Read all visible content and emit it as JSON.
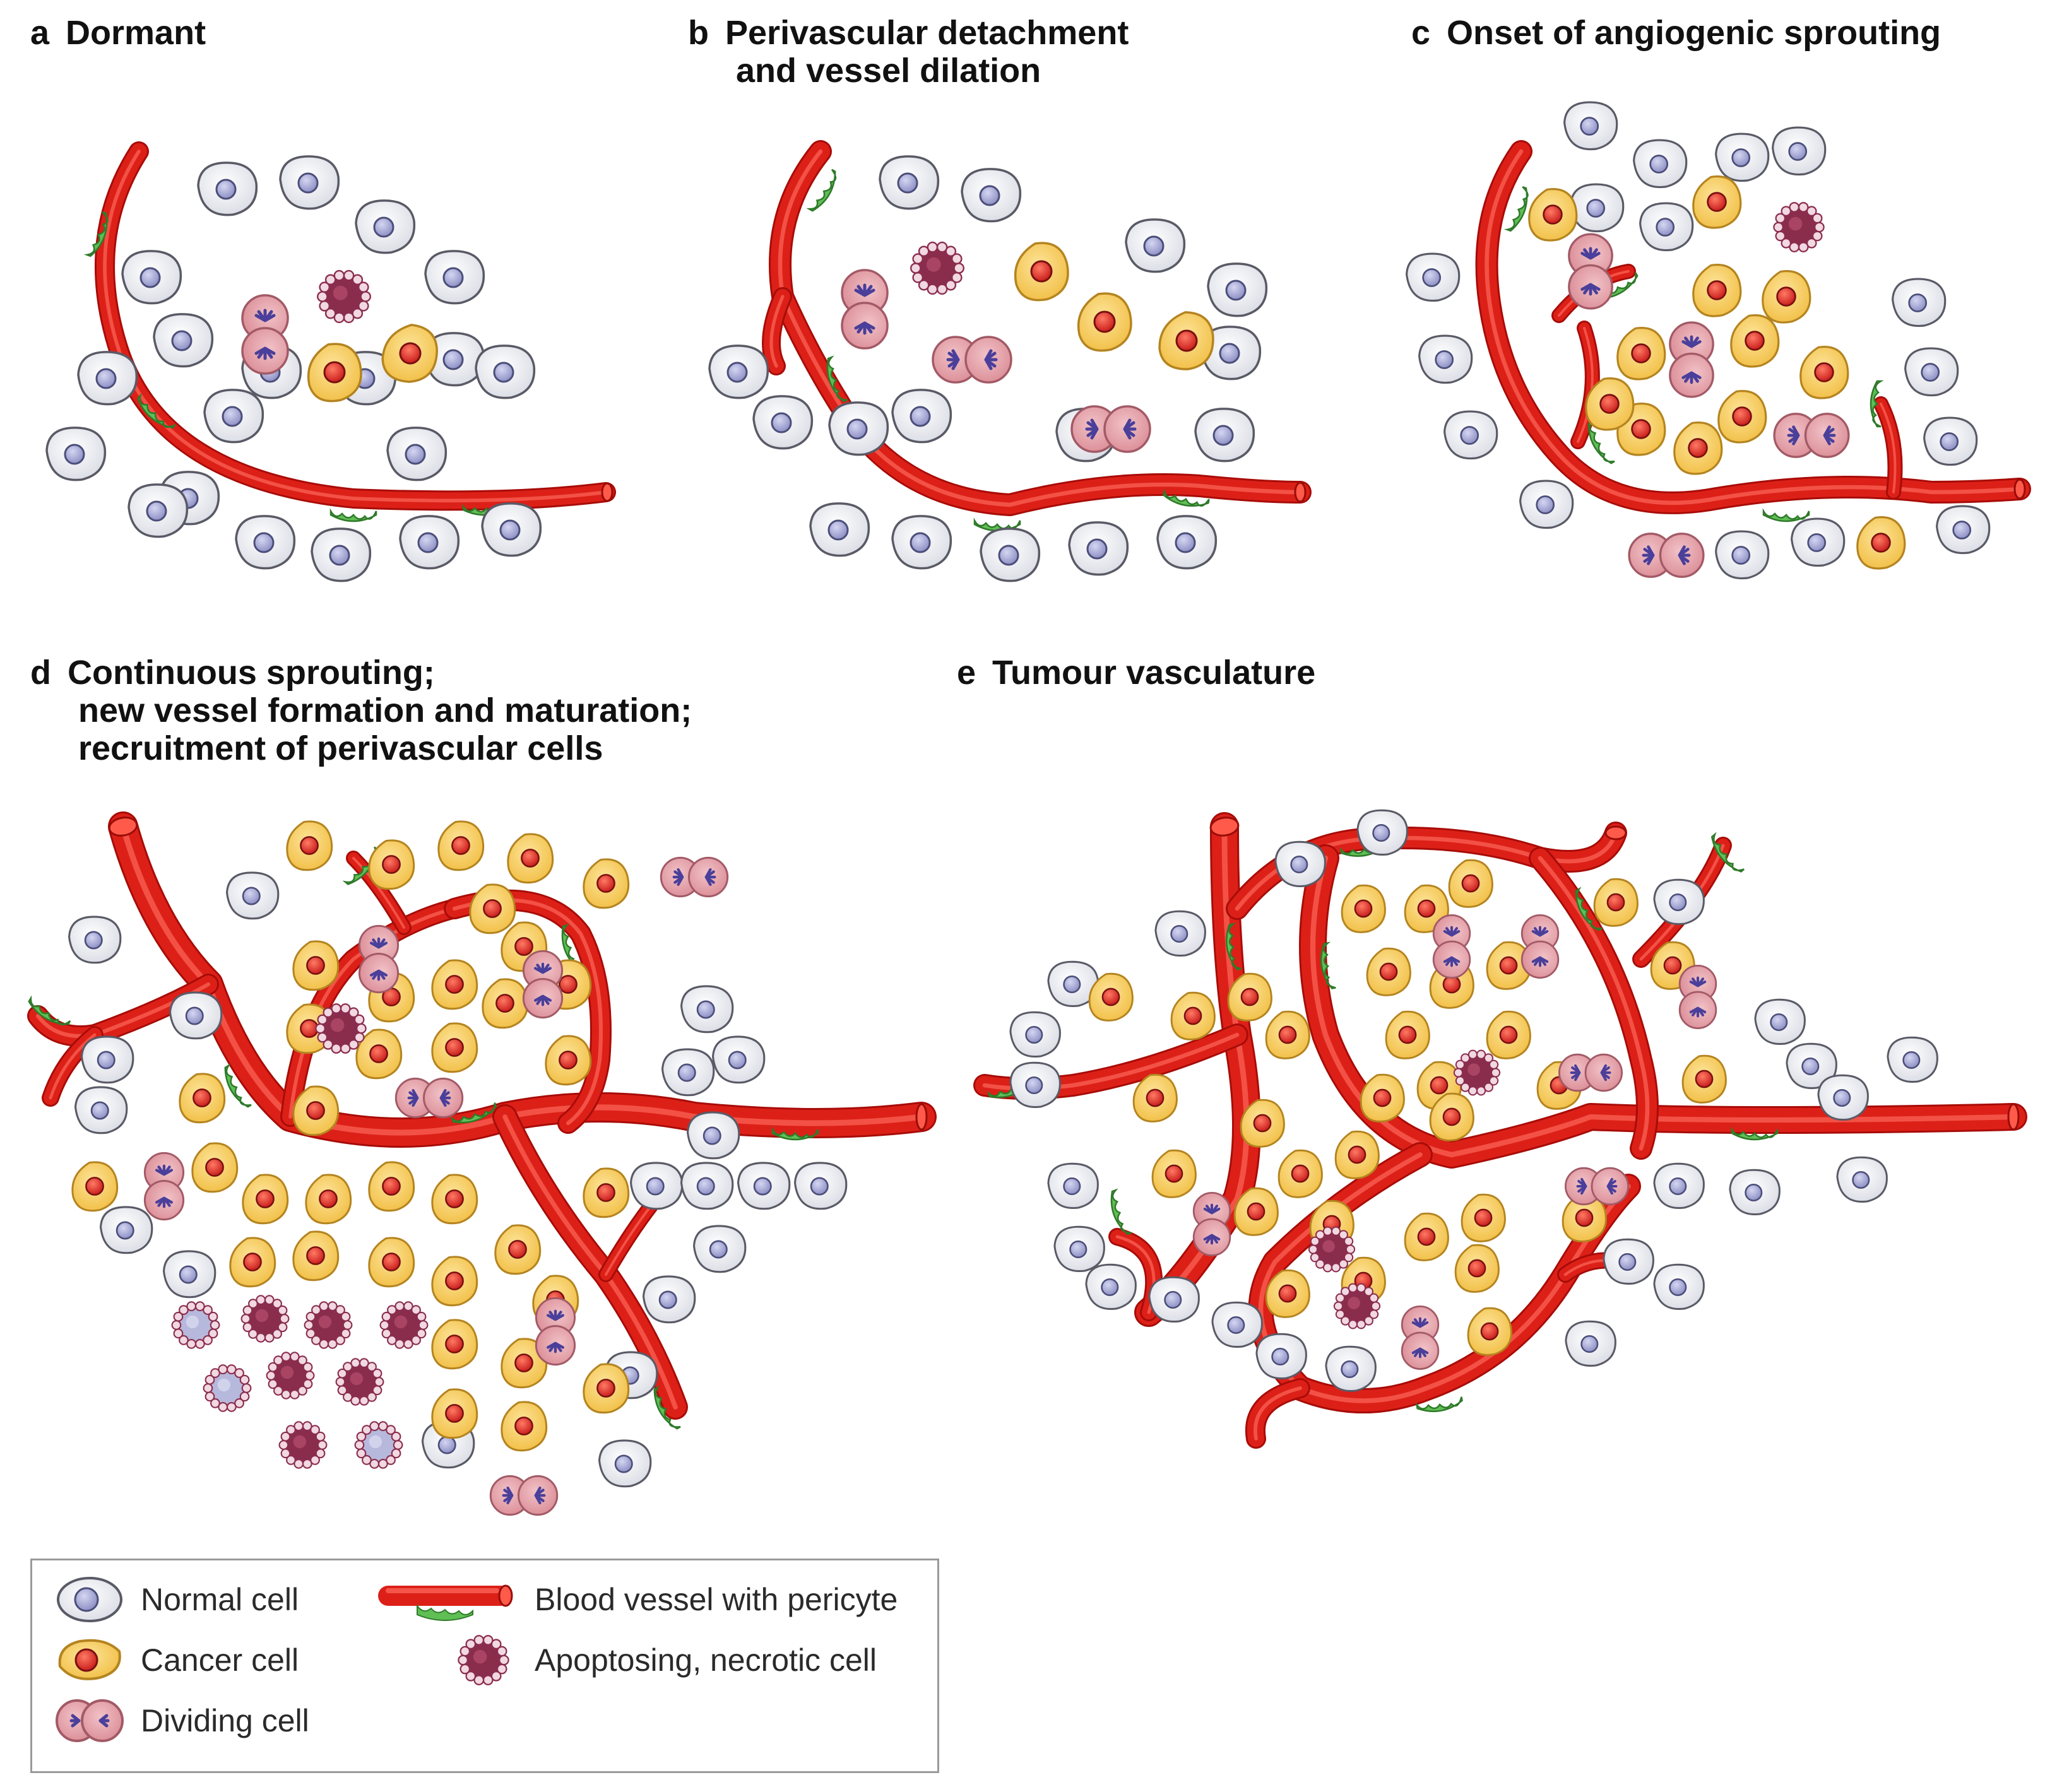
{
  "panels": [
    {
      "letter": "a",
      "title_lines": [
        "Dormant"
      ]
    },
    {
      "letter": "b",
      "title_lines": [
        "Perivascular detachment",
        "and vessel dilation"
      ]
    },
    {
      "letter": "c",
      "title_lines": [
        "Onset of angiogenic sprouting"
      ]
    },
    {
      "letter": "d",
      "title_lines": [
        "Continuous sprouting;",
        "new vessel formation and maturation;",
        "recruitment of perivascular cells"
      ]
    },
    {
      "letter": "e",
      "title_lines": [
        "Tumour vasculature"
      ]
    }
  ],
  "legend": {
    "items": [
      {
        "label": "Normal cell",
        "icon": "normal-cell-icon"
      },
      {
        "label": "Cancer cell",
        "icon": "cancer-cell-icon"
      },
      {
        "label": "Dividing cell",
        "icon": "dividing-cell-icon"
      },
      {
        "label": "Blood vessel with pericyte",
        "icon": "blood-vessel-icon"
      },
      {
        "label": "Apoptosing, necrotic cell",
        "icon": "necrotic-cell-icon"
      }
    ]
  },
  "colors": {
    "normal_fill": "#eceef2",
    "normal_stroke": "#5a5a66",
    "normal_nucleus": "#a7a9d2",
    "cancer_fill": "#f7cf62",
    "cancer_stroke": "#b48420",
    "cancer_nucleus": "#e02d2a",
    "dividing_fill": "#e4a0a8",
    "dividing_stroke": "#a25a66",
    "dividing_chromatin": "#4a3f9a",
    "necrotic_fill": "#8a2d4c",
    "necrotic_bleb": "#f1d8e2",
    "vessel": "#dc2018",
    "vessel_light": "#ff6c5e",
    "pericyte": "#5fbf55"
  }
}
